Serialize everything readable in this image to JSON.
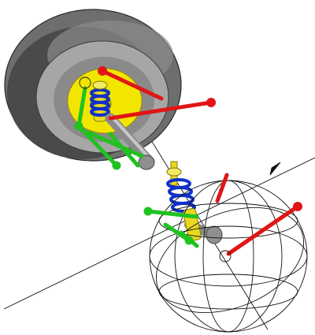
{
  "figure": {
    "background": "#ffffff",
    "colors": {
      "tire_dark": "#3c3c3c",
      "tire_mid": "#6e6e6e",
      "tire_light": "#a6a6a6",
      "hub_yellow": "#f2e600",
      "control_arm_red": "#e01515",
      "link_green": "#1fc21f",
      "spring_blue": "#1030c8",
      "damper_yellow": "#e8d820",
      "shaft_grey": "#9a9a9a",
      "wire_black": "#111111"
    },
    "parts": [
      "tire",
      "wheel-hub",
      "control-arm",
      "steering-link",
      "coil-spring",
      "damper",
      "drive-shaft",
      "wire-sphere",
      "axis-line",
      "axis-arrow"
    ]
  }
}
